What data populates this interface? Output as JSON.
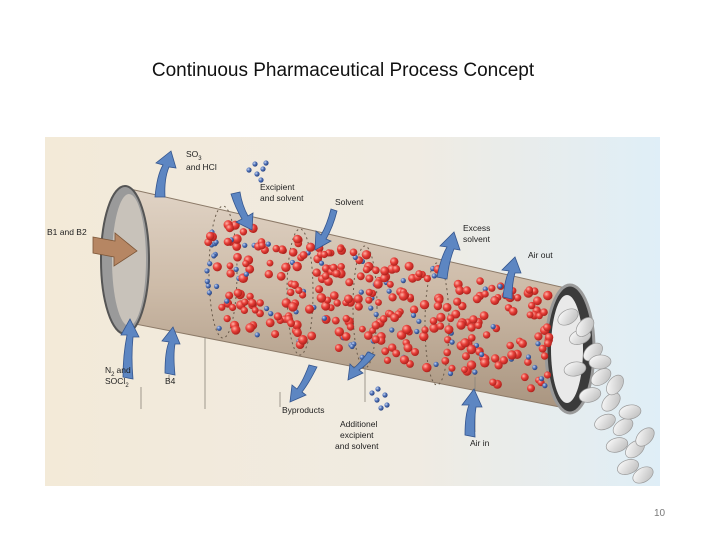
{
  "slide": {
    "title": "Continuous Pharmaceutical Process Concept",
    "page_number": "10"
  },
  "diagram": {
    "labels": {
      "so3_hcl": [
        "SO",
        "and HCl"
      ],
      "excipient_solvent": [
        "Excipient",
        "and solvent"
      ],
      "solvent": "Solvent",
      "excess_solvent": [
        "Excess",
        "solvent"
      ],
      "air_out": "Air out",
      "b1_b2": "B1 and B2",
      "n2_socl2": [
        "N",
        "and",
        "SOCl"
      ],
      "b4": "B4",
      "byproducts": "Byproducts",
      "additional_excipient": [
        "Additionel",
        "excipient",
        "and solvent"
      ],
      "air_in": "Air in"
    },
    "subscripts": {
      "so3": "3",
      "n2": "2",
      "socl2": "2"
    },
    "colors": {
      "background_left": "#f3ead8",
      "background_right": "#dfeef7",
      "drum_body": "#c9b7a4",
      "drum_rim": "#b8b8b8",
      "arrow_blue": "#5d86c2",
      "arrow_tan": "#b68663",
      "particle_red": "#e8403a",
      "particle_blue": "#4d6fb5",
      "tablet_white": "#efefef"
    },
    "icons": [
      "flow-arrow-icon",
      "feed-arrow-icon",
      "tablet-icon",
      "particle-icon"
    ]
  }
}
